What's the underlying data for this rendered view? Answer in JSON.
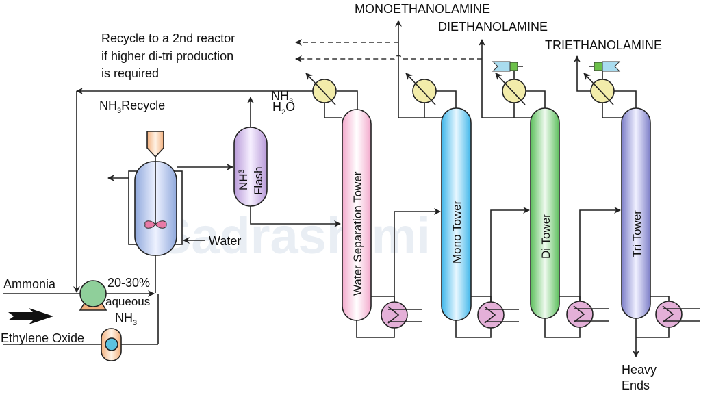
{
  "watermark": "Sadrashimi",
  "colors": {
    "water_tower": "#f3a9cc",
    "mono_tower": "#3fb6ea",
    "di_tower": "#5cbf5c",
    "tri_tower": "#7d7fc8",
    "flash": "#b89ad8",
    "reactor": "#8fa8dc",
    "condenser": "#f2ecaa",
    "reboiler": "#e4b0d8",
    "pump": "#8fcf9a",
    "eo_pump": "#f2b07e"
  },
  "recycle_note": [
    "Recycle to a 2nd reactor",
    "if higher di-tri production",
    "is required"
  ],
  "streams": {
    "nh3_recycle": {
      "main": "NH",
      "sub": "3",
      "rest": "Recycle"
    },
    "nh3_top": {
      "main": "NH",
      "sub": "3"
    },
    "h2o": {
      "main": "H",
      "sub": "2",
      "rest": "O"
    },
    "ammonia": "Ammonia",
    "ethylene_oxide": "Ethylene Oxide",
    "aqueous_pct": "20-30%",
    "aqueous": "aqueous",
    "aqueous_nh3": {
      "main": "NH",
      "sub": "3"
    },
    "water": "Water",
    "heavy_ends": [
      "Heavy",
      "Ends"
    ]
  },
  "products": {
    "mono": "MONOETHANOLAMINE",
    "di": "DIETHANOLAMINE",
    "tri": "TRIETHANOLAMINE"
  },
  "equipment": {
    "flash": {
      "main": "NH",
      "sub": "3",
      "line2": "Flash"
    },
    "water_tower": "Water Separation Tower",
    "mono_tower": "Mono Tower",
    "di_tower": "Di Tower",
    "tri_tower": "Tri Tower"
  }
}
